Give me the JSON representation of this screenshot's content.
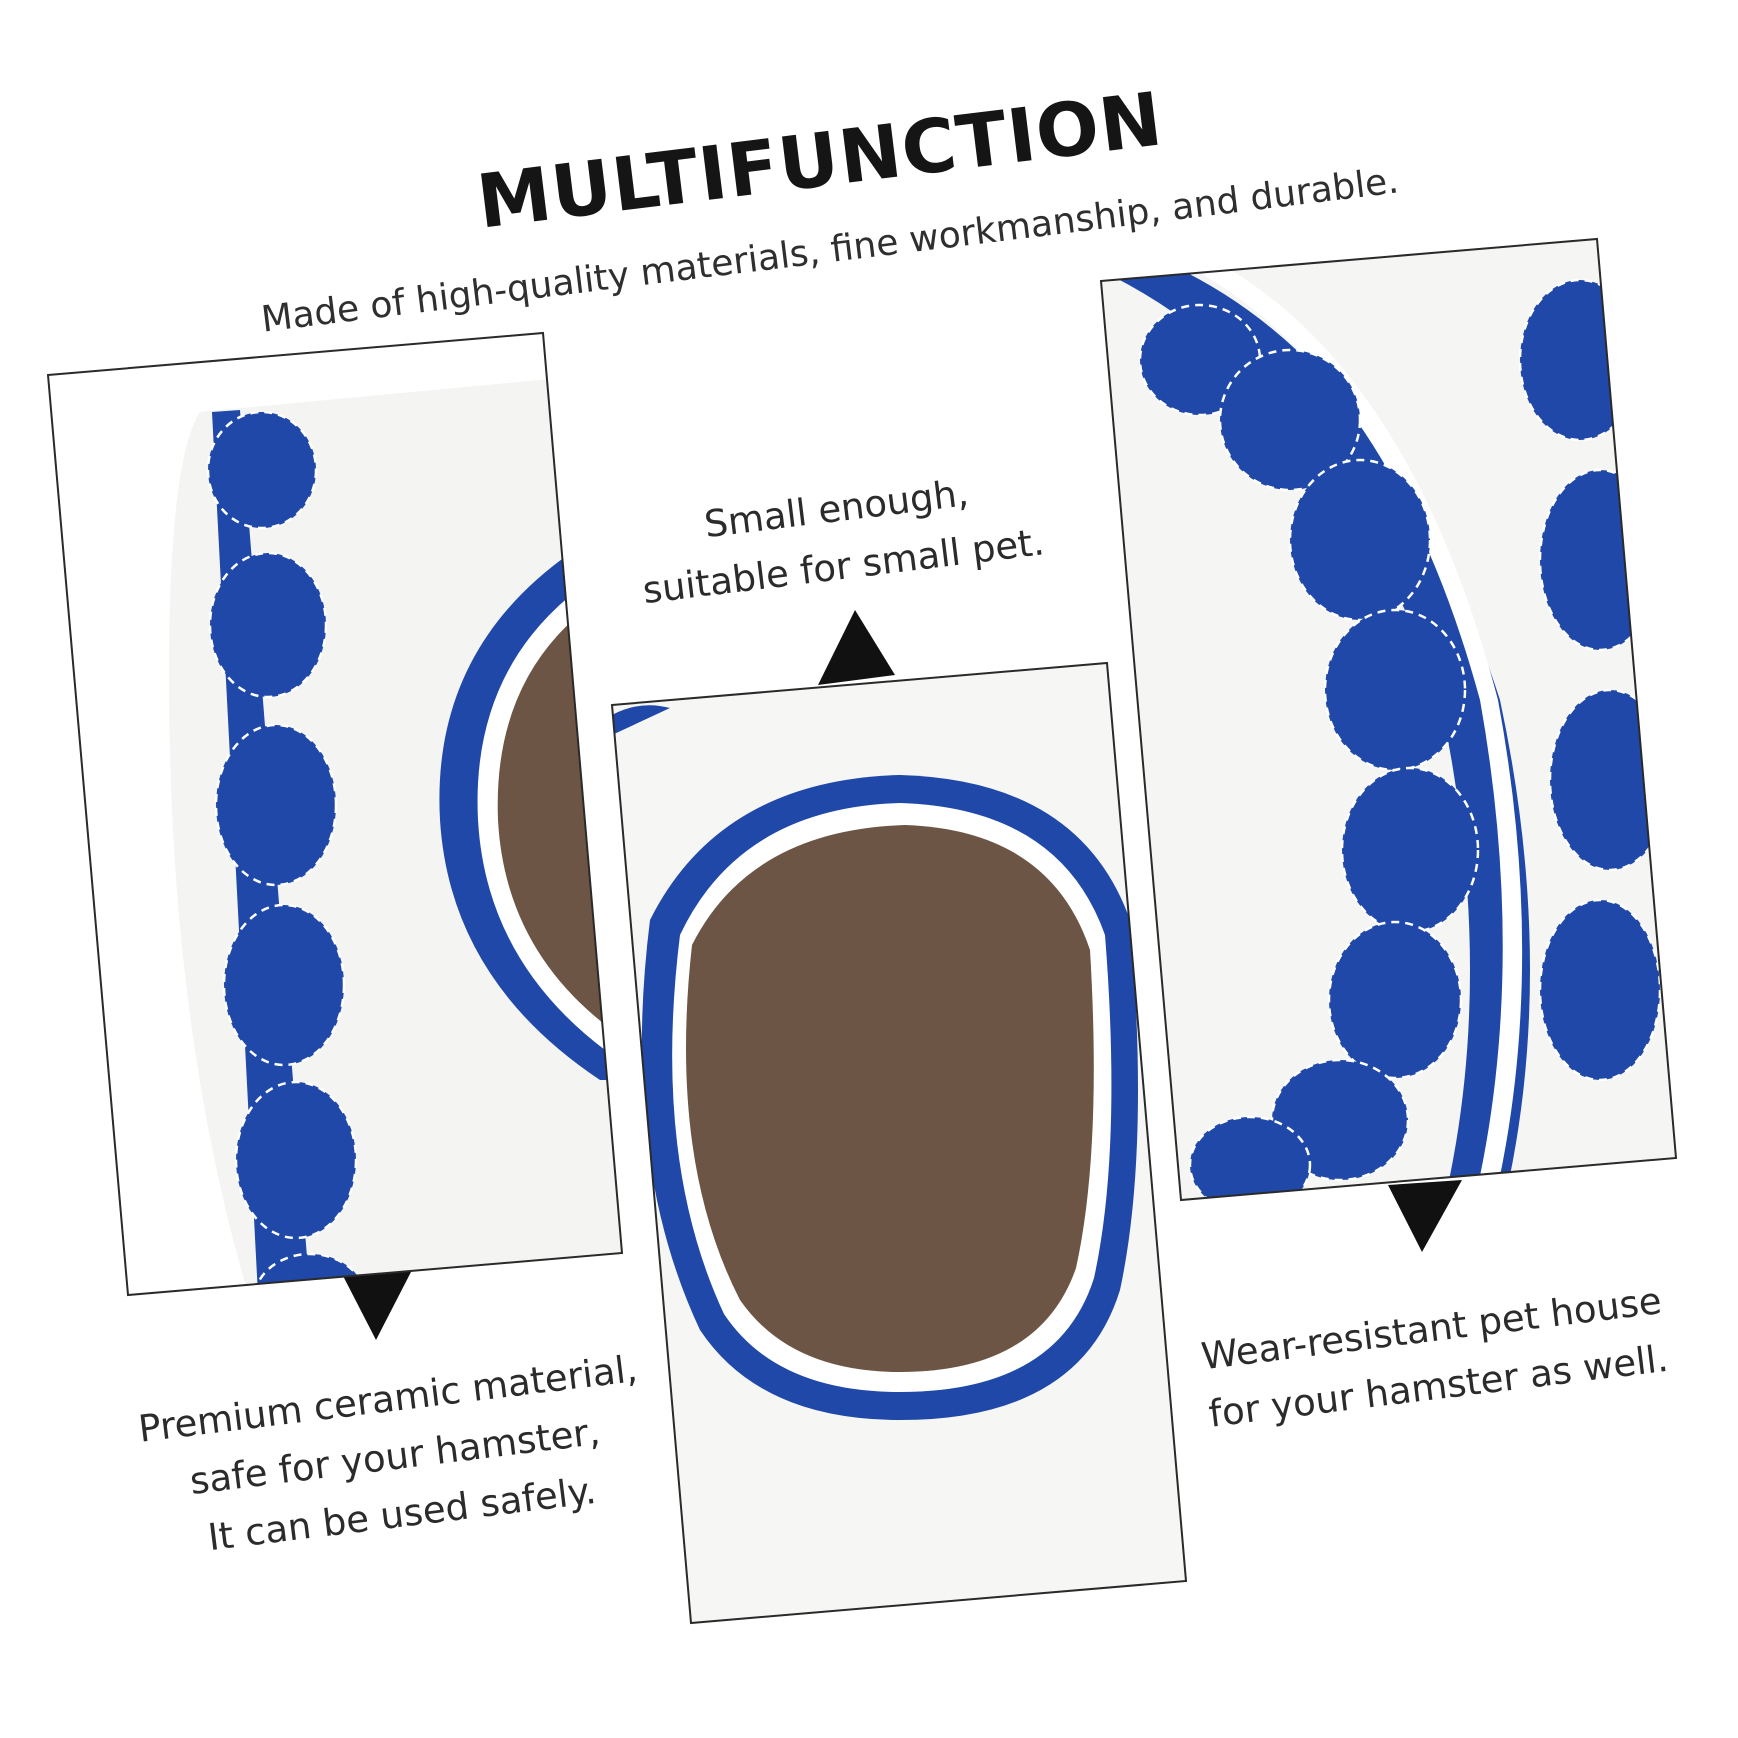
{
  "heading": {
    "title": "MULTIFUNCTION",
    "subtitle": "Made of high-quality materials, fine workmanship, and durable."
  },
  "features": [
    {
      "text": "Premium ceramic material,\nsafe for your hamster,\nIt can be used safely."
    },
    {
      "text": "Small enough,\nsuitable for small pet."
    },
    {
      "text": "Wear-resistant pet house\nfor your hamster as well."
    }
  ],
  "colors": {
    "bowl_blue": "#1f48a8",
    "ceramic_white": "#f5f5f3",
    "bowl_brown": "#6d5545",
    "frame_border": "#2a2a2a",
    "pointer": "#111111"
  }
}
